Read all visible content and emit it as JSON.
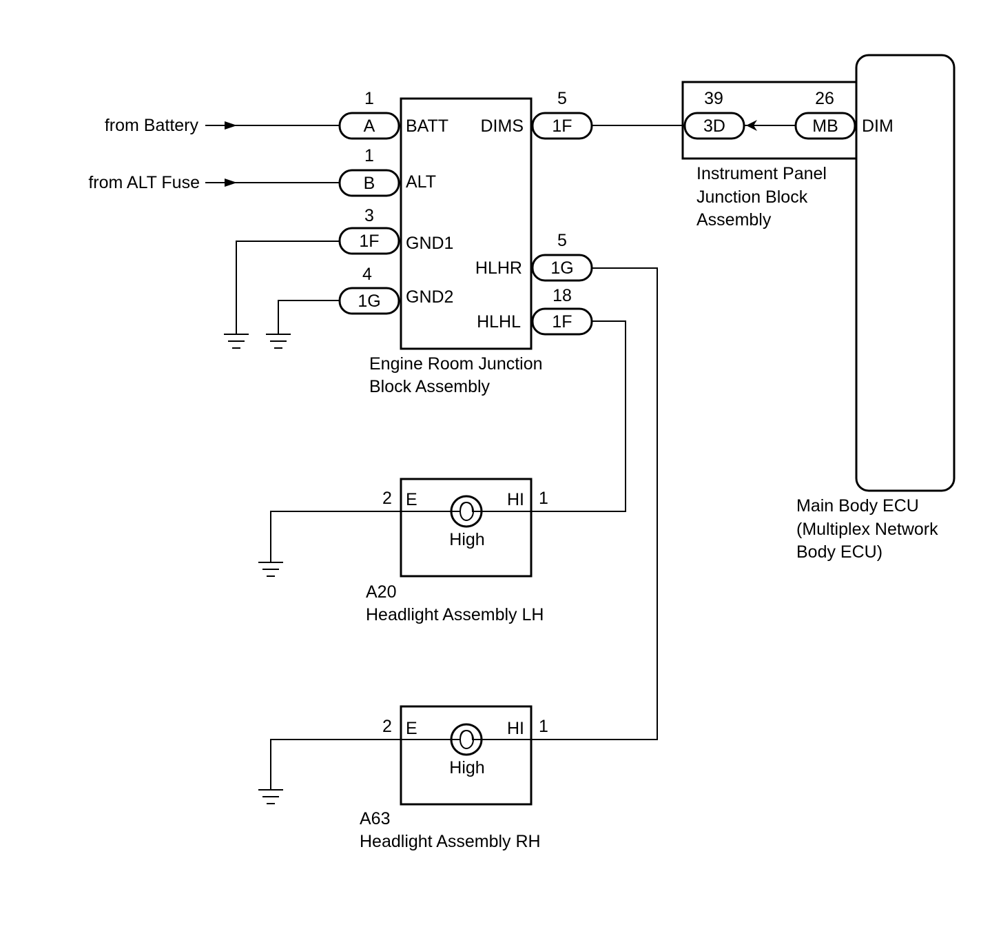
{
  "sources": {
    "battery": "from Battery",
    "alt_fuse": "from ALT Fuse"
  },
  "engine_room_jb": {
    "name_line1": "Engine Room Junction",
    "name_line2": "Block Assembly",
    "left_pins": [
      {
        "num": "1",
        "conn": "A",
        "label": "BATT"
      },
      {
        "num": "1",
        "conn": "B",
        "label": "ALT"
      },
      {
        "num": "3",
        "conn": "1F",
        "label": "GND1"
      },
      {
        "num": "4",
        "conn": "1G",
        "label": "GND2"
      }
    ],
    "right_pins": [
      {
        "num": "5",
        "conn": "1F",
        "label": "DIMS"
      },
      {
        "num": "5",
        "conn": "1G",
        "label": "HLHR"
      },
      {
        "num": "18",
        "conn": "1F",
        "label": "HLHL"
      }
    ]
  },
  "instrument_panel_jb": {
    "name_line1": "Instrument Panel",
    "name_line2": "Junction Block",
    "name_line3": "Assembly",
    "pins": [
      {
        "num": "39",
        "conn": "3D"
      },
      {
        "num": "26",
        "conn": "MB"
      }
    ]
  },
  "main_body_ecu": {
    "pin_label": "DIM",
    "name_line1": "Main Body ECU",
    "name_line2": "(Multiplex Network",
    "name_line3": "Body ECU)"
  },
  "headlight_lh": {
    "code": "A20",
    "name": "Headlight Assembly LH",
    "pin_e_num": "2",
    "pin_e_label": "E",
    "pin_hi_label": "HI",
    "pin_hi_num": "1",
    "bulb_label": "High"
  },
  "headlight_rh": {
    "code": "A63",
    "name": "Headlight Assembly RH",
    "pin_e_num": "2",
    "pin_e_label": "E",
    "pin_hi_label": "HI",
    "pin_hi_num": "1",
    "bulb_label": "High"
  }
}
